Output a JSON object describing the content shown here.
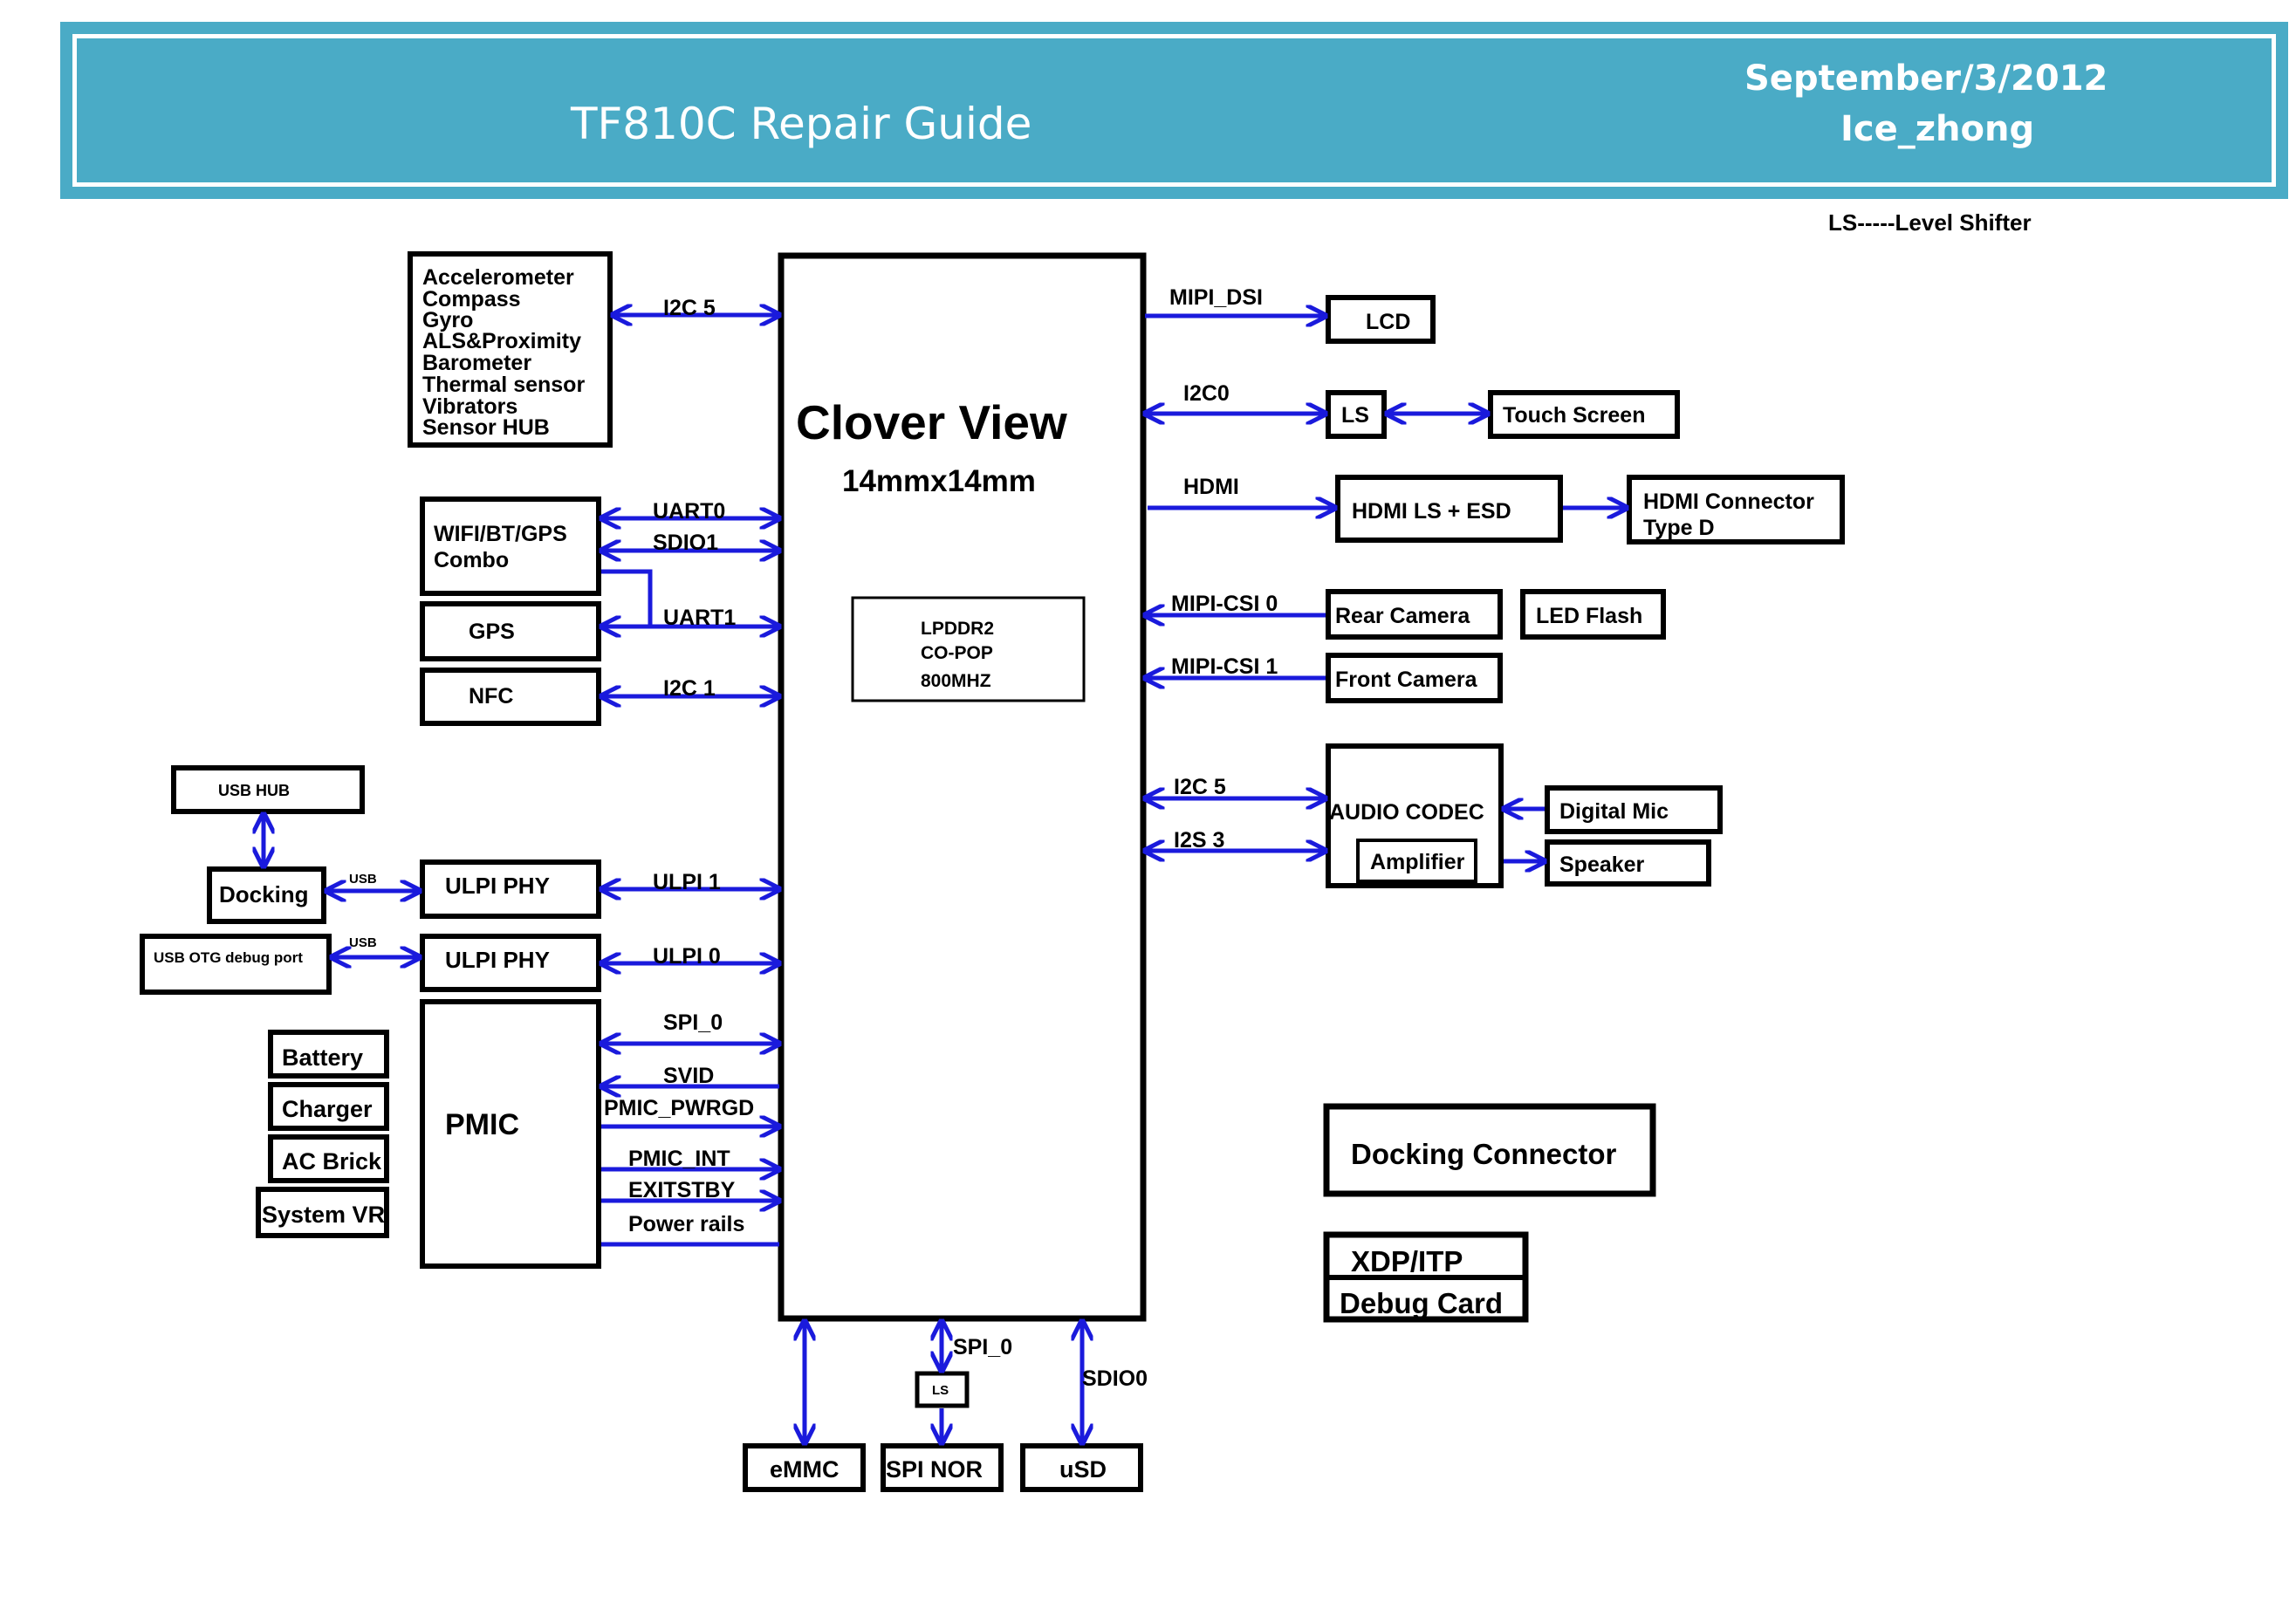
{
  "header": {
    "title": "TF810C Repair Guide",
    "date": "September/3/2012",
    "author": "Ice_zhong",
    "accent_color": "#4aabc6"
  },
  "legend": {
    "level_shifter": "LS-----Level Shifter"
  },
  "soc": {
    "name": "Clover View",
    "size": "14mmx14mm"
  },
  "memory": {
    "line1": "LPDDR2",
    "line2": "CO-POP",
    "line3": "800MHZ"
  },
  "sensors": [
    "Accelerometer",
    "Compass",
    "Gyro",
    "ALS&Proximity",
    "Barometer",
    "Thermal sensor",
    "Vibrators",
    "Sensor HUB"
  ],
  "blocks": {
    "wifi_line1": "WIFI/BT/GPS",
    "wifi_line2": "Combo",
    "gps": "GPS",
    "nfc": "NFC",
    "usb_hub": "USB HUB",
    "docking": "Docking",
    "usb_otg": "USB OTG debug port",
    "ulpi_phy": "ULPI PHY",
    "pmic": "PMIC",
    "battery": "Battery",
    "charger": "Charger",
    "ac_brick": "AC Brick",
    "system_vr": "System VR",
    "lcd": "LCD",
    "ls": "LS",
    "touch_screen": "Touch Screen",
    "hdmi_ls": "HDMI LS + ESD",
    "hdmi_conn_line1": "HDMI Connector",
    "hdmi_conn_line2": "Type D",
    "rear_camera": "Rear Camera",
    "led_flash": "LED Flash",
    "front_camera": "Front Camera",
    "audio_codec": "AUDIO CODEC",
    "amplifier": "Amplifier",
    "digital_mic": "Digital Mic",
    "speaker": "Speaker",
    "docking_connector": "Docking Connector",
    "xdp_itp": "XDP/ITP",
    "debug_card": "Debug Card",
    "emmc": "eMMC",
    "spi_nor": "SPI NOR",
    "usd": "uSD"
  },
  "signals": {
    "i2c5": "I2C 5",
    "uart0": "UART0",
    "sdio1": "SDIO1",
    "uart1": "UART1",
    "i2c1": "I2C 1",
    "usb": "USB",
    "ulpi1": "ULPI 1",
    "ulpi0": "ULPI 0",
    "spi0": "SPI_0",
    "svid": "SVID",
    "pmic_pwrgd": "PMIC_PWRGD",
    "pmic_int": "PMIC_INT",
    "exitstby": "EXITSTBY",
    "power_rails": "Power rails",
    "mipi_dsi": "MIPI_DSI",
    "i2c0": "I2C0",
    "hdmi": "HDMI",
    "mipi_csi0": "MIPI-CSI 0",
    "mipi_csi1": "MIPI-CSI 1",
    "i2s3": "I2S 3",
    "sdio0": "SDIO0"
  },
  "colors": {
    "arrow": "#1a1adc",
    "box": "#000000"
  }
}
